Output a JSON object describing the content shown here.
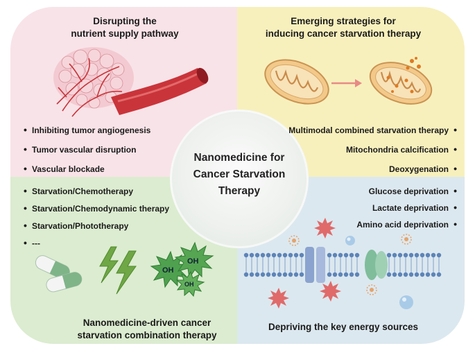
{
  "center": {
    "lines": [
      "Nanomedicine for",
      "Cancer Starvation",
      "Therapy"
    ]
  },
  "quadrants": {
    "top_left": {
      "title_lines": [
        "Disrupting the",
        "nutrient supply pathway"
      ],
      "items": [
        "Inhibiting tumor angiogenesis",
        "Tumor vascular disruption",
        "Vascular blockade"
      ]
    },
    "top_right": {
      "title_lines": [
        "Emerging strategies for",
        "inducing cancer starvation therapy"
      ],
      "items": [
        "Multimodal combined starvation therapy",
        "Mitochondria calcification",
        "Deoxygenation"
      ]
    },
    "bottom_left": {
      "title_lines": [
        "Nanomedicine-driven cancer",
        "starvation combination therapy"
      ],
      "items": [
        "Starvation/Chemotherapy",
        "Starvation/Chemodynamic therapy",
        "Starvation/Phototherapy",
        "---"
      ],
      "oh_label": "OH"
    },
    "bottom_right": {
      "title_lines": [
        "Depriving the key energy sources"
      ],
      "items": [
        "Glucose deprivation",
        "Lactate deprivation",
        "Amino acid deprivation"
      ]
    }
  },
  "colors": {
    "pink": "#f8e3e8",
    "yellow": "#f7f0bd",
    "green": "#dcecd0",
    "blue": "#dce8ef",
    "vessel_red": "#c9343a",
    "pill_green": "#7fb488",
    "mito_orange": "#f3c98a",
    "membrane_blue": "#5d84b8"
  }
}
